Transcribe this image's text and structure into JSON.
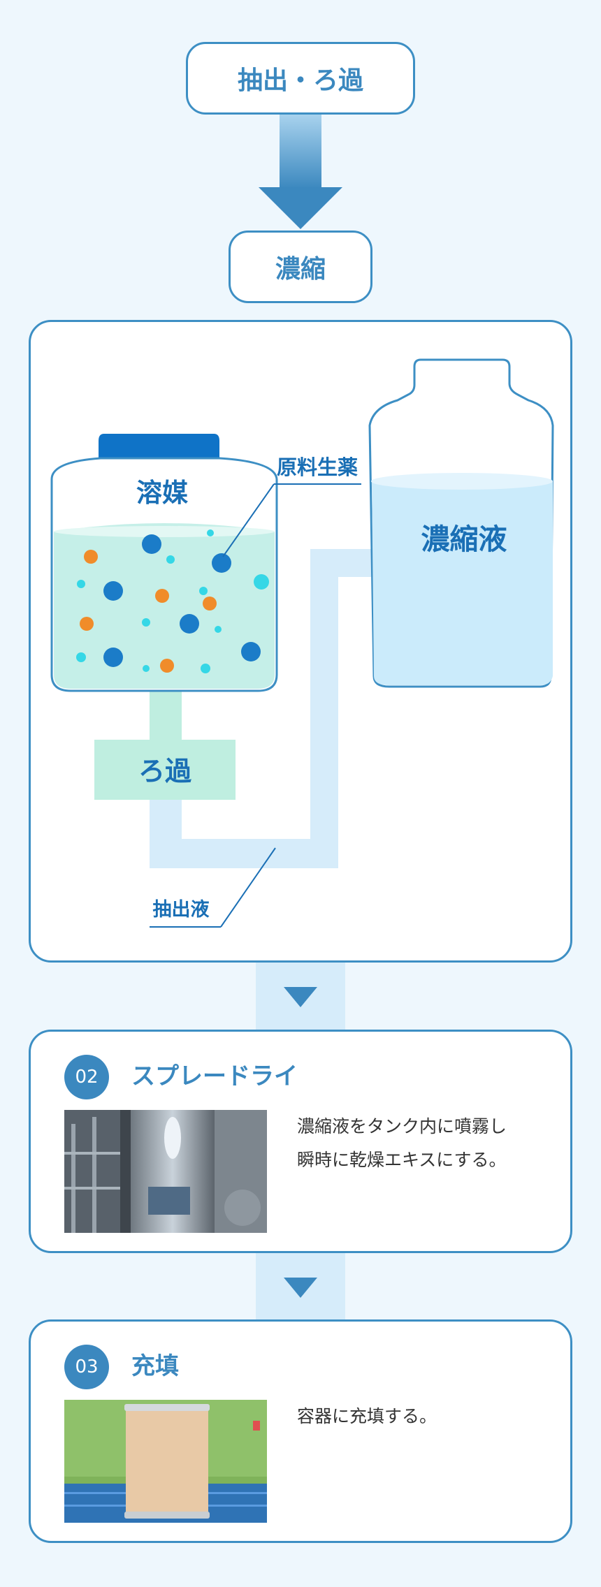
{
  "flow": {
    "step_extract": "抽出・ろ過",
    "step_concentrate": "濃縮"
  },
  "diagram": {
    "solvent_label": "溶媒",
    "raw_material_label": "原料生薬",
    "filter_label": "ろ過",
    "extract_liquid_label": "抽出液",
    "concentrate_label": "濃縮液"
  },
  "steps": [
    {
      "number": "02",
      "title": "スプレードライ",
      "description": [
        "濃縮液をタンク内に噴霧し",
        "瞬時に乾燥エキスにする。"
      ]
    },
    {
      "number": "03",
      "title": "充填",
      "description": [
        "容器に充填する。"
      ]
    }
  ],
  "colors": {
    "accent": "#3b88bf",
    "border": "#3d8fc4",
    "light_blue": "#d6ecfa",
    "mint": "#bfeee0",
    "page_bg": "#eef7fd"
  }
}
